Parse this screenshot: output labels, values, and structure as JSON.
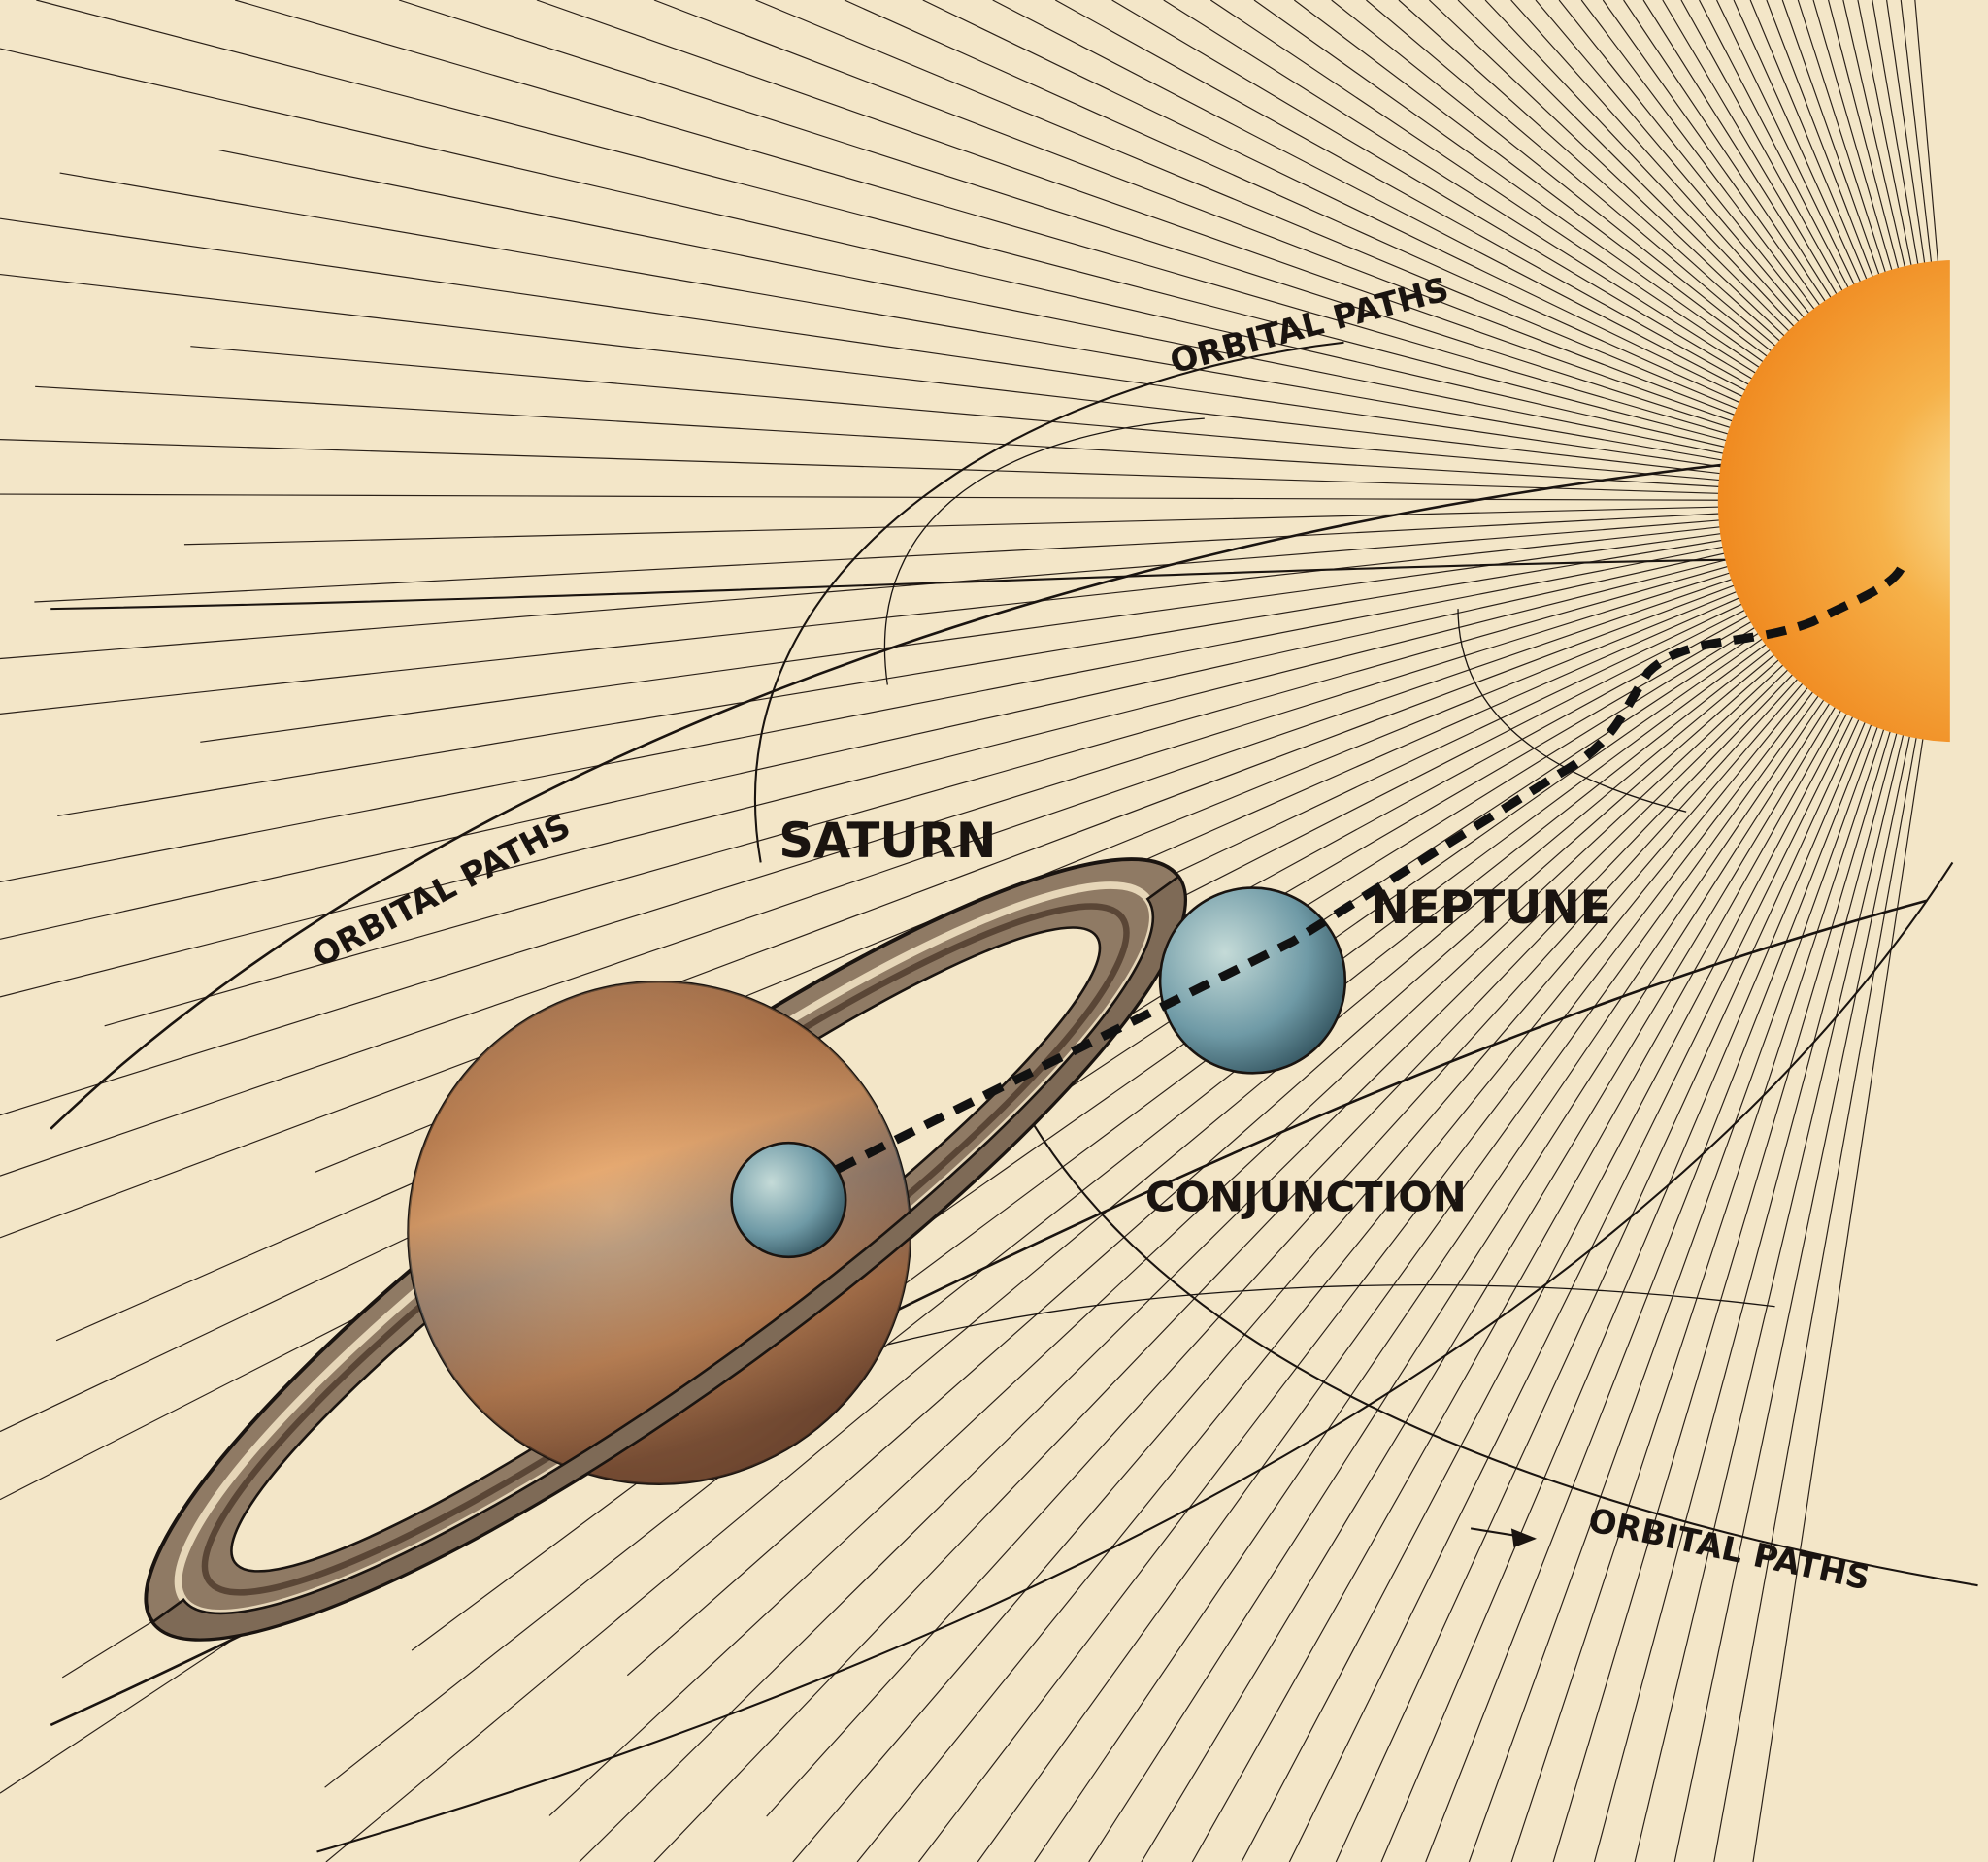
{
  "labels": {
    "saturn": "SATURN",
    "neptune": "NEPTUNE",
    "conjunction": "CONJUNCTION",
    "orbital_paths_top": "ORBITAL PATHS",
    "orbital_paths_left": "ORBITAL PATHS",
    "orbital_paths_bottom": "ORBITAL PATHS"
  },
  "colors": {
    "paper": "#f3e6c8",
    "ink": "#1a1410",
    "sun": "#f39a2a",
    "saturn": "#a9714a",
    "neptune": "#6f9aa6"
  }
}
